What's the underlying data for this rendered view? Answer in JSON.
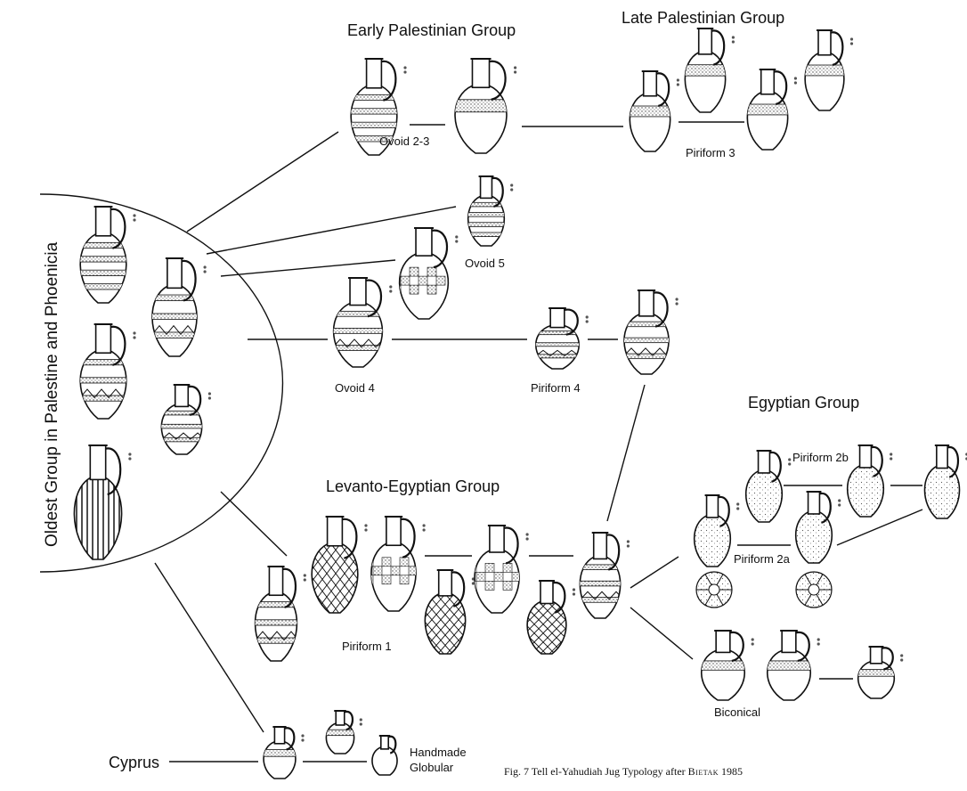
{
  "labels": {
    "early_palestinian": "Early Palestinian Group",
    "late_palestinian": "Late Palestinian Group",
    "oldest_group": "Oldest Group in Palestine and Phoenicia",
    "levanto_egyptian": "Levanto-Egyptian Group",
    "egyptian": "Egyptian Group",
    "cyprus": "Cyprus",
    "ovoid_2_3": "Ovoid 2-3",
    "piriform_3": "Piriform 3",
    "ovoid_5": "Ovoid 5",
    "ovoid_4": "Ovoid 4",
    "piriform_4": "Piriform 4",
    "piriform_1": "Piriform 1",
    "piriform_2b": "Piriform 2b",
    "piriform_2a": "Piriform 2a",
    "biconical": "Biconical",
    "handmade": "Handmade",
    "globular": "Globular"
  },
  "caption": {
    "prefix": "Fig. 7  Tell el-Yahudiah Jug Typology after ",
    "author": "Bietak",
    "year": " 1985"
  }
}
